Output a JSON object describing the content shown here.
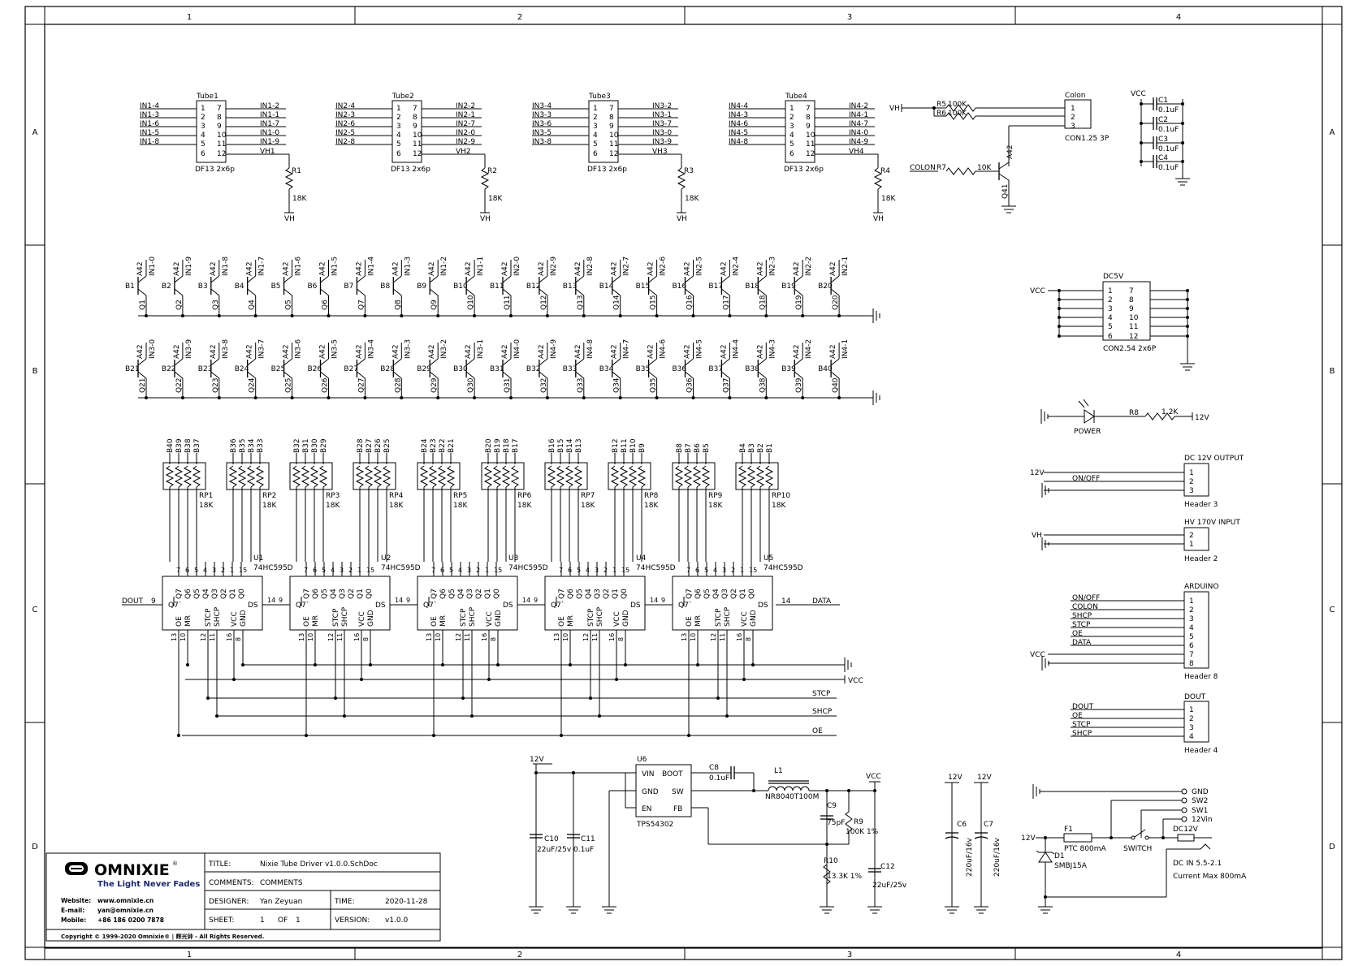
{
  "zones": {
    "cols": [
      "1",
      "2",
      "3",
      "4"
    ],
    "rows": [
      "A",
      "B",
      "C",
      "D"
    ]
  },
  "tubes": [
    {
      "name": "Tube1",
      "pkg": "DF13 2x6p",
      "left": [
        "IN1-4",
        "IN1-3",
        "IN1-6",
        "IN1-5",
        "IN1-8"
      ],
      "right": [
        "IN1-2",
        "IN1-1",
        "IN1-7",
        "IN1-0",
        "IN1-9",
        "VH1"
      ],
      "res": "R1",
      "val": "18K",
      "vh": "VH"
    },
    {
      "name": "Tube2",
      "pkg": "DF13 2x6p",
      "left": [
        "IN2-4",
        "IN2-3",
        "IN2-6",
        "IN2-5",
        "IN2-8"
      ],
      "right": [
        "IN2-2",
        "IN2-1",
        "IN2-7",
        "IN2-0",
        "IN2-9",
        "VH2"
      ],
      "res": "R2",
      "val": "18K",
      "vh": "VH"
    },
    {
      "name": "Tube3",
      "pkg": "DF13 2x6p",
      "left": [
        "IN3-4",
        "IN3-3",
        "IN3-6",
        "IN3-5",
        "IN3-8"
      ],
      "right": [
        "IN3-2",
        "IN3-1",
        "IN3-7",
        "IN3-0",
        "IN3-9",
        "VH3"
      ],
      "res": "R3",
      "val": "18K",
      "vh": "VH"
    },
    {
      "name": "Tube4",
      "pkg": "DF13 2x6p",
      "left": [
        "IN4-4",
        "IN4-3",
        "IN4-6",
        "IN4-5",
        "IN4-8"
      ],
      "right": [
        "IN4-2",
        "IN4-1",
        "IN4-7",
        "IN4-0",
        "IN4-9",
        "VH4"
      ],
      "res": "R4",
      "val": "18K",
      "vh": "VH"
    }
  ],
  "pin_numbers": {
    "left": [
      "1",
      "2",
      "3",
      "4",
      "5",
      "6"
    ],
    "right": [
      "7",
      "8",
      "9",
      "10",
      "11",
      "12"
    ]
  },
  "colon": {
    "vh": "VH",
    "r5": "R5",
    "r5v": "100K",
    "r6": "R6",
    "r6v": "100K",
    "name": "Colon",
    "pkg": "CON1.25 3P",
    "pins": [
      "1",
      "2",
      "3"
    ],
    "colon_label": "COLON",
    "r7": "R7",
    "r7v": "10K",
    "q": "Q41",
    "qtype": "A42"
  },
  "decoupling": {
    "vcc": "VCC",
    "caps": [
      {
        "name": "C1",
        "val": "0.1uF"
      },
      {
        "name": "C2",
        "val": "0.1uF"
      },
      {
        "name": "C3",
        "val": "0.1uF"
      },
      {
        "name": "C4",
        "val": "0.1uF"
      }
    ]
  },
  "transistor_rows": {
    "qtype": "A42",
    "row1": [
      {
        "b": "B1",
        "q": "Q1",
        "n": "IN1-0"
      },
      {
        "b": "B2",
        "q": "Q2",
        "n": "IN1-9"
      },
      {
        "b": "B3",
        "q": "Q3",
        "n": "IN1-8"
      },
      {
        "b": "B4",
        "q": "Q4",
        "n": "IN1-7"
      },
      {
        "b": "B5",
        "q": "Q5",
        "n": "IN1-6"
      },
      {
        "b": "B6",
        "q": "Q6",
        "n": "IN1-5"
      },
      {
        "b": "B7",
        "q": "Q7",
        "n": "IN1-4"
      },
      {
        "b": "B8",
        "q": "Q8",
        "n": "IN1-3"
      },
      {
        "b": "B9",
        "q": "Q9",
        "n": "IN1-2"
      },
      {
        "b": "B10",
        "q": "Q10",
        "n": "IN1-1"
      },
      {
        "b": "B11",
        "q": "Q11",
        "n": "IN2-0"
      },
      {
        "b": "B12",
        "q": "Q12",
        "n": "IN2-9"
      },
      {
        "b": "B13",
        "q": "Q13",
        "n": "IN2-8"
      },
      {
        "b": "B14",
        "q": "Q14",
        "n": "IN2-7"
      },
      {
        "b": "B15",
        "q": "Q15",
        "n": "IN2-6"
      },
      {
        "b": "B16",
        "q": "Q16",
        "n": "IN2-5"
      },
      {
        "b": "B17",
        "q": "Q17",
        "n": "IN2-4"
      },
      {
        "b": "B18",
        "q": "Q18",
        "n": "IN2-3"
      },
      {
        "b": "B19",
        "q": "Q19",
        "n": "IN2-2"
      },
      {
        "b": "B20",
        "q": "Q20",
        "n": "IN2-1"
      }
    ],
    "row2": [
      {
        "b": "B21",
        "q": "Q21",
        "n": "IN3-0"
      },
      {
        "b": "B22",
        "q": "Q22",
        "n": "IN3-9"
      },
      {
        "b": "B23",
        "q": "Q23",
        "n": "IN3-8"
      },
      {
        "b": "B24",
        "q": "Q24",
        "n": "IN3-7"
      },
      {
        "b": "B25",
        "q": "Q25",
        "n": "IN3-6"
      },
      {
        "b": "B26",
        "q": "Q26",
        "n": "IN3-5"
      },
      {
        "b": "B27",
        "q": "Q27",
        "n": "IN3-4"
      },
      {
        "b": "B28",
        "q": "Q28",
        "n": "IN3-3"
      },
      {
        "b": "B29",
        "q": "Q29",
        "n": "IN3-2"
      },
      {
        "b": "B30",
        "q": "Q30",
        "n": "IN3-1"
      },
      {
        "b": "B31",
        "q": "Q31",
        "n": "IN4-0"
      },
      {
        "b": "B32",
        "q": "Q32",
        "n": "IN4-9"
      },
      {
        "b": "B33",
        "q": "Q33",
        "n": "IN4-8"
      },
      {
        "b": "B34",
        "q": "Q34",
        "n": "IN4-7"
      },
      {
        "b": "B35",
        "q": "Q35",
        "n": "IN4-6"
      },
      {
        "b": "B36",
        "q": "Q36",
        "n": "IN4-5"
      },
      {
        "b": "B37",
        "q": "Q37",
        "n": "IN4-4"
      },
      {
        "b": "B38",
        "q": "Q38",
        "n": "IN4-3"
      },
      {
        "b": "B39",
        "q": "Q39",
        "n": "IN4-2"
      },
      {
        "b": "B40",
        "q": "Q40",
        "n": "IN4-1"
      }
    ]
  },
  "rpacks": [
    {
      "name": "RP1",
      "val": "18K",
      "nets": [
        "B40",
        "B39",
        "B38",
        "B37"
      ]
    },
    {
      "name": "RP2",
      "val": "18K",
      "nets": [
        "B36",
        "B35",
        "B34",
        "B33"
      ]
    },
    {
      "name": "RP3",
      "val": "18K",
      "nets": [
        "B32",
        "B31",
        "B30",
        "B29"
      ]
    },
    {
      "name": "RP4",
      "val": "18K",
      "nets": [
        "B28",
        "B27",
        "B26",
        "B25"
      ]
    },
    {
      "name": "RP5",
      "val": "18K",
      "nets": [
        "B24",
        "B23",
        "B22",
        "B21"
      ]
    },
    {
      "name": "RP6",
      "val": "18K",
      "nets": [
        "B20",
        "B19",
        "B18",
        "B17"
      ]
    },
    {
      "name": "RP7",
      "val": "18K",
      "nets": [
        "B16",
        "B15",
        "B14",
        "B13"
      ]
    },
    {
      "name": "RP8",
      "val": "18K",
      "nets": [
        "B12",
        "B11",
        "B10",
        "B9"
      ]
    },
    {
      "name": "RP9",
      "val": "18K",
      "nets": [
        "B8",
        "B7",
        "B6",
        "B5"
      ]
    },
    {
      "name": "RP10",
      "val": "18K",
      "nets": [
        "B4",
        "B3",
        "B2",
        "B1"
      ]
    }
  ],
  "shift_regs": {
    "chips": [
      {
        "name": "U1",
        "pkg": "74HC595D"
      },
      {
        "name": "U2",
        "pkg": "74HC595D"
      },
      {
        "name": "U3",
        "pkg": "74HC595D"
      },
      {
        "name": "U4",
        "pkg": "74HC595D"
      },
      {
        "name": "U5",
        "pkg": "74HC595D"
      }
    ],
    "top_pins": [
      "Q7",
      "Q6",
      "Q5",
      "Q4",
      "Q3",
      "Q2",
      "Q1",
      "Q0"
    ],
    "top_nums": [
      "7",
      "6",
      "5",
      "4",
      "3",
      "2",
      "1",
      "15"
    ],
    "bottom_pins": [
      "OE",
      "MR",
      "STCP",
      "SHCP",
      "VCC",
      "GND"
    ],
    "bottom_nums": [
      "13",
      "10",
      "12",
      "11",
      "16",
      "8"
    ],
    "q7s": "Q7`",
    "ds": "DS",
    "n9": "9",
    "n14": "14",
    "dout": "DOUT",
    "data": "DATA",
    "vcc": "VCC",
    "stcp": "STCP",
    "shcp": "SHCP",
    "oe": "OE"
  },
  "right_panel": {
    "dc5v": {
      "name": "DC5V",
      "vcc": "VCC",
      "left": [
        "1",
        "2",
        "3",
        "4",
        "5",
        "6"
      ],
      "right": [
        "7",
        "8",
        "9",
        "10",
        "11",
        "12"
      ],
      "pkg": "CON2.54 2x6P"
    },
    "power": {
      "label": "POWER",
      "r": "R8",
      "rv": "1.2K",
      "v": "12V"
    },
    "dc12": {
      "title": "DC 12V OUTPUT",
      "v": "12V",
      "onoff": "ON/OFF",
      "pins": [
        "1",
        "2",
        "3"
      ],
      "name": "Header 3"
    },
    "hv": {
      "title": "HV 170V INPUT",
      "vh": "VH",
      "pins": [
        "2",
        "1"
      ],
      "name": "Header 2"
    },
    "arduino": {
      "title": "ARDUINO",
      "nets": [
        "ON/OFF",
        "COLON",
        "SHCP",
        "STCP",
        "OE",
        "DATA",
        "",
        ""
      ],
      "vcc": "VCC",
      "pins": [
        "1",
        "2",
        "3",
        "4",
        "5",
        "6",
        "7",
        "8"
      ],
      "name": "Header 8"
    },
    "dout": {
      "title": "DOUT",
      "nets": [
        "DOUT",
        "OE",
        "STCP",
        "SHCP"
      ],
      "pins": [
        "1",
        "2",
        "3",
        "4"
      ],
      "name": "Header 4"
    }
  },
  "buck": {
    "v12": "12V",
    "u": "U6",
    "pins_l": [
      "VIN",
      "GND",
      "EN"
    ],
    "pins_r": [
      "BOOT",
      "SW",
      "FB"
    ],
    "chip": "TPS54302",
    "c8": "C8",
    "c8v": "0.1uF",
    "l1": "L1",
    "l1v": "NR8040T100M",
    "vcc": "VCC",
    "c9": "C9",
    "c9v": "75pF",
    "r9": "R9",
    "r9v": "100K 1%",
    "r10": "R10",
    "r10v": "13.3K 1%",
    "c12": "C12",
    "c12v": "22uF/25v",
    "c10": "C10",
    "c10v": "22uF/25v",
    "c11": "C11",
    "c11v": "0.1uF"
  },
  "bulk": [
    {
      "v": "12V",
      "name": "C6",
      "val": "220uF/16v"
    },
    {
      "v": "12V",
      "name": "C7",
      "val": "220uF/16v"
    }
  ],
  "dc_in": {
    "labels": [
      "GND",
      "SW2",
      "SW1",
      "12Vin"
    ],
    "v": "12V",
    "f1": "F1",
    "f1v": "PTC 800mA",
    "switch": "SWITCH",
    "d1": "D1",
    "d1v": "SMBJ15A",
    "dc12v": "DC12V",
    "jack": "DC IN 5.5-2.1",
    "current": "Current Max 800mA"
  },
  "title_block": {
    "brand": "OMNIXIE",
    "tagline": "The Light Never Fades",
    "reg": "®",
    "website_k": "Website:",
    "website_v": "www.omnixie.cn",
    "email_k": "E-mail:",
    "email_v": "yan@omnixie.cn",
    "mobile_k": "Mobile:",
    "mobile_v": "+86 186 0200 7878",
    "copyright": "Copyright © 1999-2020 Omnixie® | 辉光钟 - All Rights Reserved.",
    "title_k": "TITLE:",
    "title_v": "Nixie Tube Driver v1.0.0.SchDoc",
    "comments_k": "COMMENTS:",
    "comments_v": "COMMENTS",
    "designer_k": "DESIGNER:",
    "designer_v": "Yan Zeyuan",
    "time_k": "TIME:",
    "time_v": "2020-11-28",
    "sheet_k": "SHEET:",
    "sheet_a": "1",
    "sheet_of": "OF",
    "sheet_b": "1",
    "version_k": "VERSION:",
    "version_v": "v1.0.0"
  }
}
